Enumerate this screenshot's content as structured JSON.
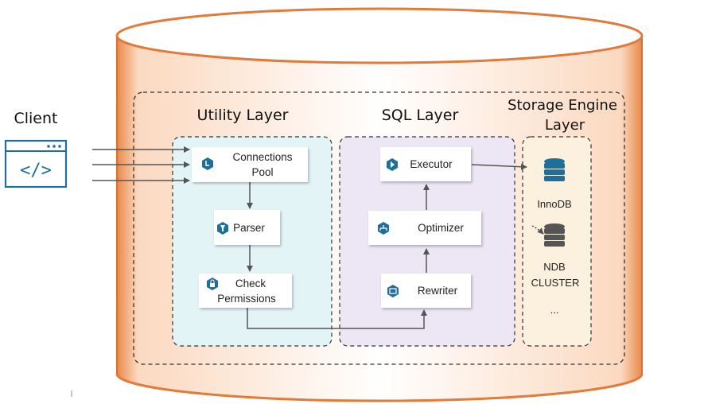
{
  "client": {
    "label": "Client",
    "icon": "code-window-icon",
    "icon_symbol": "</>"
  },
  "layers": {
    "utility": {
      "title": "Utility Layer",
      "color": "#e3f4f7",
      "components": {
        "connections_pool": {
          "line1": "Connections",
          "line2": "Pool",
          "icon": "connection-icon"
        },
        "parser": {
          "label": "Parser",
          "icon": "filter-icon"
        },
        "check_permissions": {
          "line1": "Check",
          "line2": "Permissions",
          "icon": "lock-icon"
        }
      }
    },
    "sql": {
      "title": "SQL Layer",
      "color": "#ece6f5",
      "components": {
        "executor": {
          "label": "Executor",
          "icon": "play-icon"
        },
        "optimizer": {
          "label": "Optimizer",
          "icon": "tree-icon"
        },
        "rewriter": {
          "label": "Rewriter",
          "icon": "rewrite-icon"
        }
      }
    },
    "storage": {
      "title_line1": "Storage Engine",
      "title_line2": "Layer",
      "color": "#fbf1de",
      "engines": [
        {
          "line1": "InnoDB",
          "line2": "",
          "icon": "database-icon"
        },
        {
          "line1": "NDB",
          "line2": "CLUSTER",
          "icon": "database-icon"
        }
      ],
      "more": "..."
    }
  },
  "colors": {
    "cylinder_edge": "#e27a3a",
    "cylinder_fill": "#f4b58a",
    "icon_blue": "#1f6f9a",
    "arrow": "#555555"
  }
}
